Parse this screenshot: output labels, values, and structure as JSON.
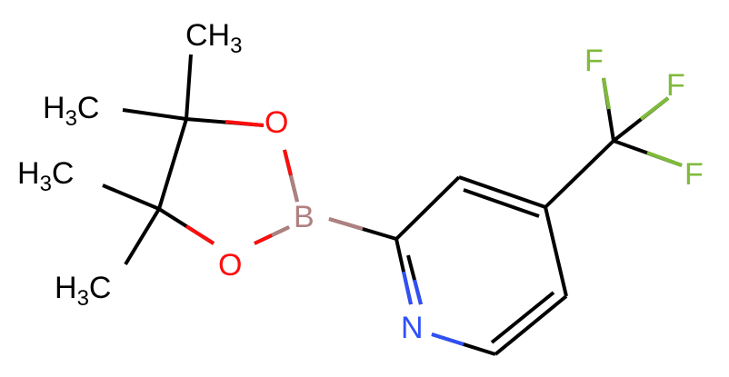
{
  "molecule": {
    "atoms": {
      "ch3_top": {
        "main": "CH",
        "sub": "3"
      },
      "h3c_upper": {
        "main": "H",
        "sub": "3",
        "tail": "C"
      },
      "h3c_middle": {
        "main": "H",
        "sub": "3",
        "tail": "C"
      },
      "h3c_lower": {
        "main": "H",
        "sub": "3",
        "tail": "C"
      },
      "o_upper": "O",
      "o_lower": "O",
      "b": "B",
      "n": "N",
      "f1": "F",
      "f2": "F",
      "f3": "F"
    },
    "colors": {
      "bond": "#000000",
      "carbon_text": "#000000",
      "oxygen": "#ff0d0d",
      "boron": "#b08080",
      "nitrogen": "#3050f8",
      "fluorine": "#7fbb3a"
    }
  }
}
